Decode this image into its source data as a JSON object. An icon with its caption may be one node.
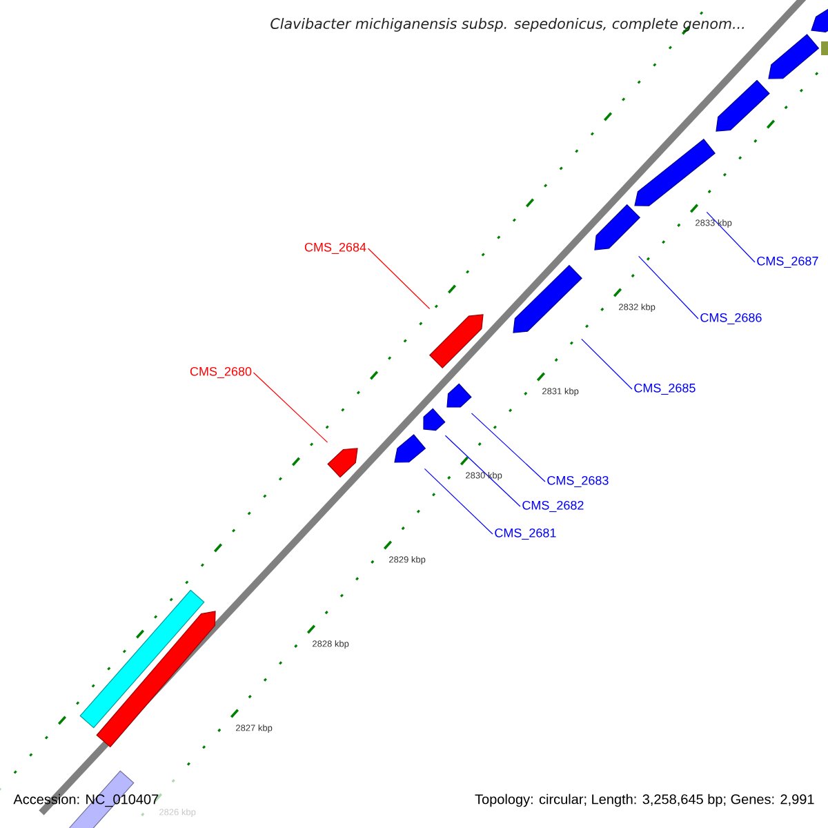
{
  "diagram": {
    "title": "Clavibacter michiganensis subsp. sepedonicus, complete genom...",
    "nodes": [
      {
        "text": [
          "CMS_2684"
        ]
      },
      {
        "text": [
          "CMS_2680"
        ]
      },
      {
        "text": [
          "CMS_2687"
        ]
      },
      {
        "text": [
          "CMS_2686"
        ]
      },
      {
        "text": [
          "CMS_2685"
        ]
      },
      {
        "text": [
          "CMS_2683"
        ]
      },
      {
        "text": [
          "CMS_2682"
        ]
      },
      {
        "text": [
          "CMS_2681"
        ]
      },
      {
        "text": [],
        "shape": "arrow"
      },
      {
        "text": [],
        "shape": "arrow"
      },
      {
        "text": [],
        "shape": "arrow"
      },
      {
        "text": [],
        "shape": "arrow"
      },
      {
        "text": [],
        "shape": "arrow"
      },
      {
        "text": [],
        "shape": "arrow"
      },
      {
        "text": [],
        "shape": "arrow"
      },
      {
        "text": [],
        "shape": "arrow"
      },
      {
        "text": [],
        "shape": "bar"
      },
      {
        "text": [],
        "shape": "arrow"
      }
    ],
    "edges": [
      {
        "from": 0,
        "to": 8,
        "arrow": "none",
        "color": "#ff0000"
      },
      {
        "from": 1,
        "to": 9,
        "arrow": "none",
        "color": "#ff0000"
      },
      {
        "from": 2,
        "to": 10,
        "arrow": "none"
      },
      {
        "from": 3,
        "to": 11,
        "arrow": "none"
      },
      {
        "from": 4,
        "to": 12,
        "arrow": "none"
      },
      {
        "from": 5,
        "to": 13,
        "arrow": "none"
      },
      {
        "from": 6,
        "to": 14,
        "arrow": "none"
      },
      {
        "from": 7,
        "to": 15,
        "arrow": "none"
      }
    ],
    "labels": [
      "2833 kbp",
      "2832 kbp",
      "2831 kbp",
      "2830 kbp",
      "2829 kbp",
      "2828 kbp",
      "2827 kbp",
      "2826 kbp",
      "Accession: NC_010407",
      "Topology: circular; Length: 3,258,645 bp; Genes: 2,991"
    ]
  }
}
